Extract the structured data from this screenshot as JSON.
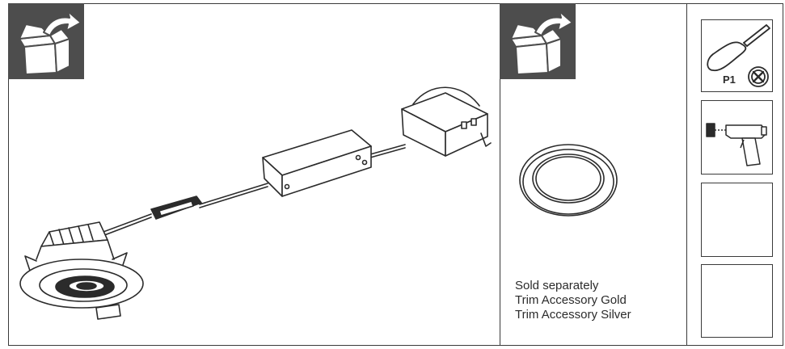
{
  "accessory": {
    "note": "Sold separately",
    "items": [
      "Trim Accessory Gold",
      "Trim Accessory Silver"
    ]
  },
  "tools": {
    "screwdriver_label": "P1"
  },
  "icons": {
    "unbox": "open-box-arrow-icon",
    "screwdriver": "screwdriver-icon",
    "drill": "drill-icon",
    "no_screw": "crossed-screw-icon"
  },
  "colors": {
    "unbox_background": "#4d4d4d",
    "line_art": "#2b2b2b"
  }
}
